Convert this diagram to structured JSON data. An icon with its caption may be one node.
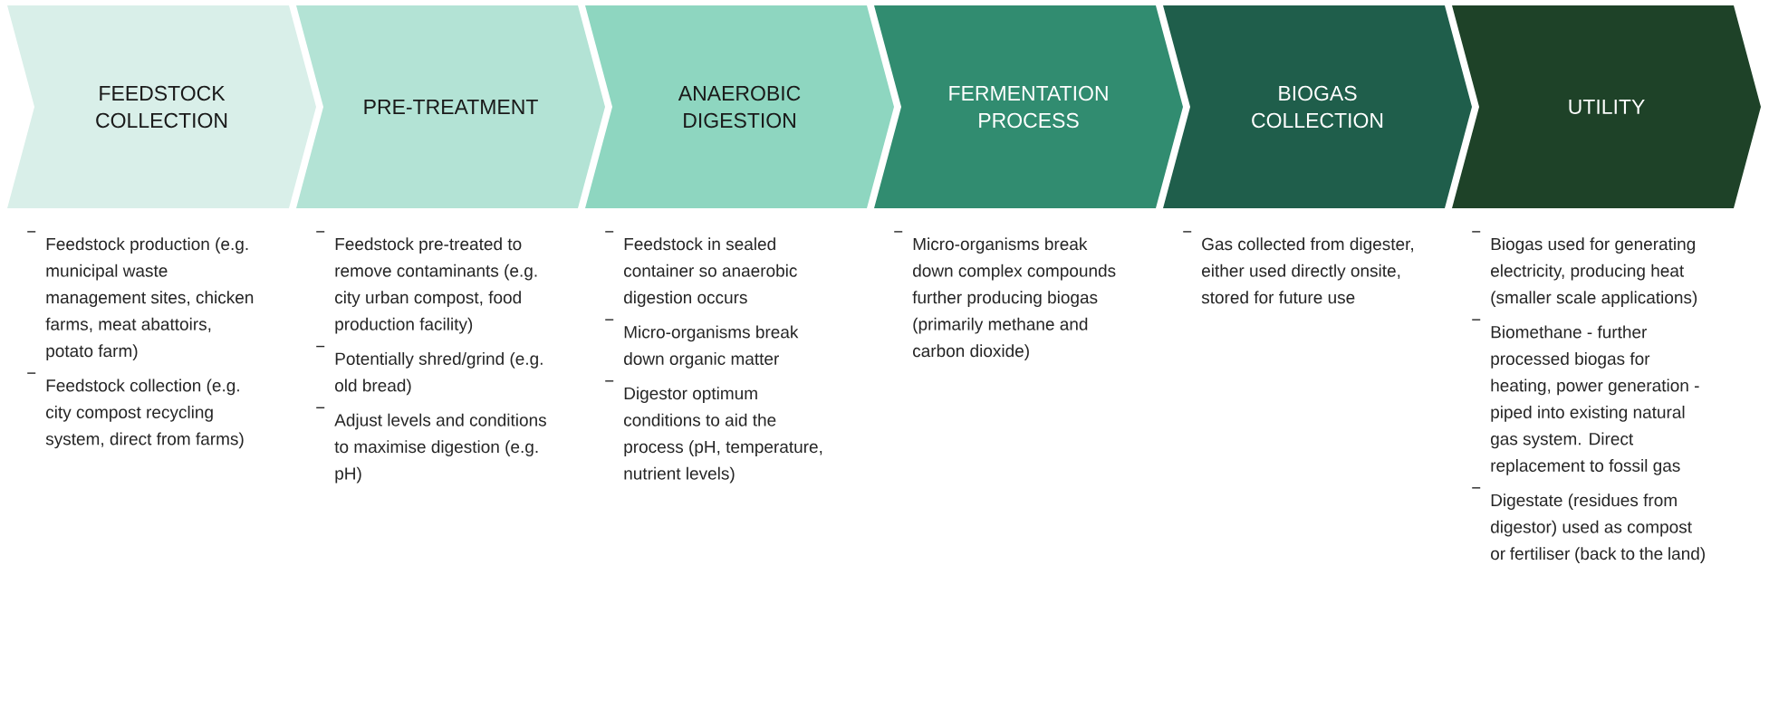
{
  "diagram": {
    "nodes": [
      {
        "text": [
          "FEEDSTOCK COLLECTION"
        ],
        "beside": [
          "Feedstock production (e.g. municipal waste management sites, chicken farms, meat abattoirs, potato farm)",
          "Feedstock collection (e.g. city compost recycling system, direct from farms)"
        ]
      },
      {
        "text": [
          "PRE-TREATMENT"
        ],
        "beside": [
          "Feedstock pre-treated to remove contaminants (e.g. city urban compost, food production facility)",
          "Potentially shred/grind (e.g. old bread)",
          "Adjust levels and conditions to maximise digestion (e.g. pH)"
        ]
      },
      {
        "text": [
          "ANAEROBIC DIGESTION"
        ],
        "beside": [
          "Feedstock in sealed container so anaerobic digestion occurs",
          "Micro-organisms break down organic matter",
          "Digestor optimum conditions to aid the process (pH, temperature, nutrient levels)"
        ]
      },
      {
        "text": [
          "FERMENTATION PROCESS"
        ],
        "beside": [
          "Micro-organisms break down complex compounds further producing biogas (primarily methane and carbon dioxide)"
        ]
      },
      {
        "text": [
          "BIOGAS COLLECTION"
        ],
        "beside": [
          "Gas collected from digester, either used directly onsite, stored for future use"
        ]
      },
      {
        "text": [
          "UTILITY"
        ],
        "beside": [
          "Biogas used for generating electricity, producing heat (smaller scale applications)",
          "Biomethane - further processed biogas for heating, power generation - piped into existing natural gas system. Direct replacement to fossil gas",
          "Digestate (residues from digestor) used as compost or fertiliser (back to the land)"
        ]
      }
    ]
  }
}
